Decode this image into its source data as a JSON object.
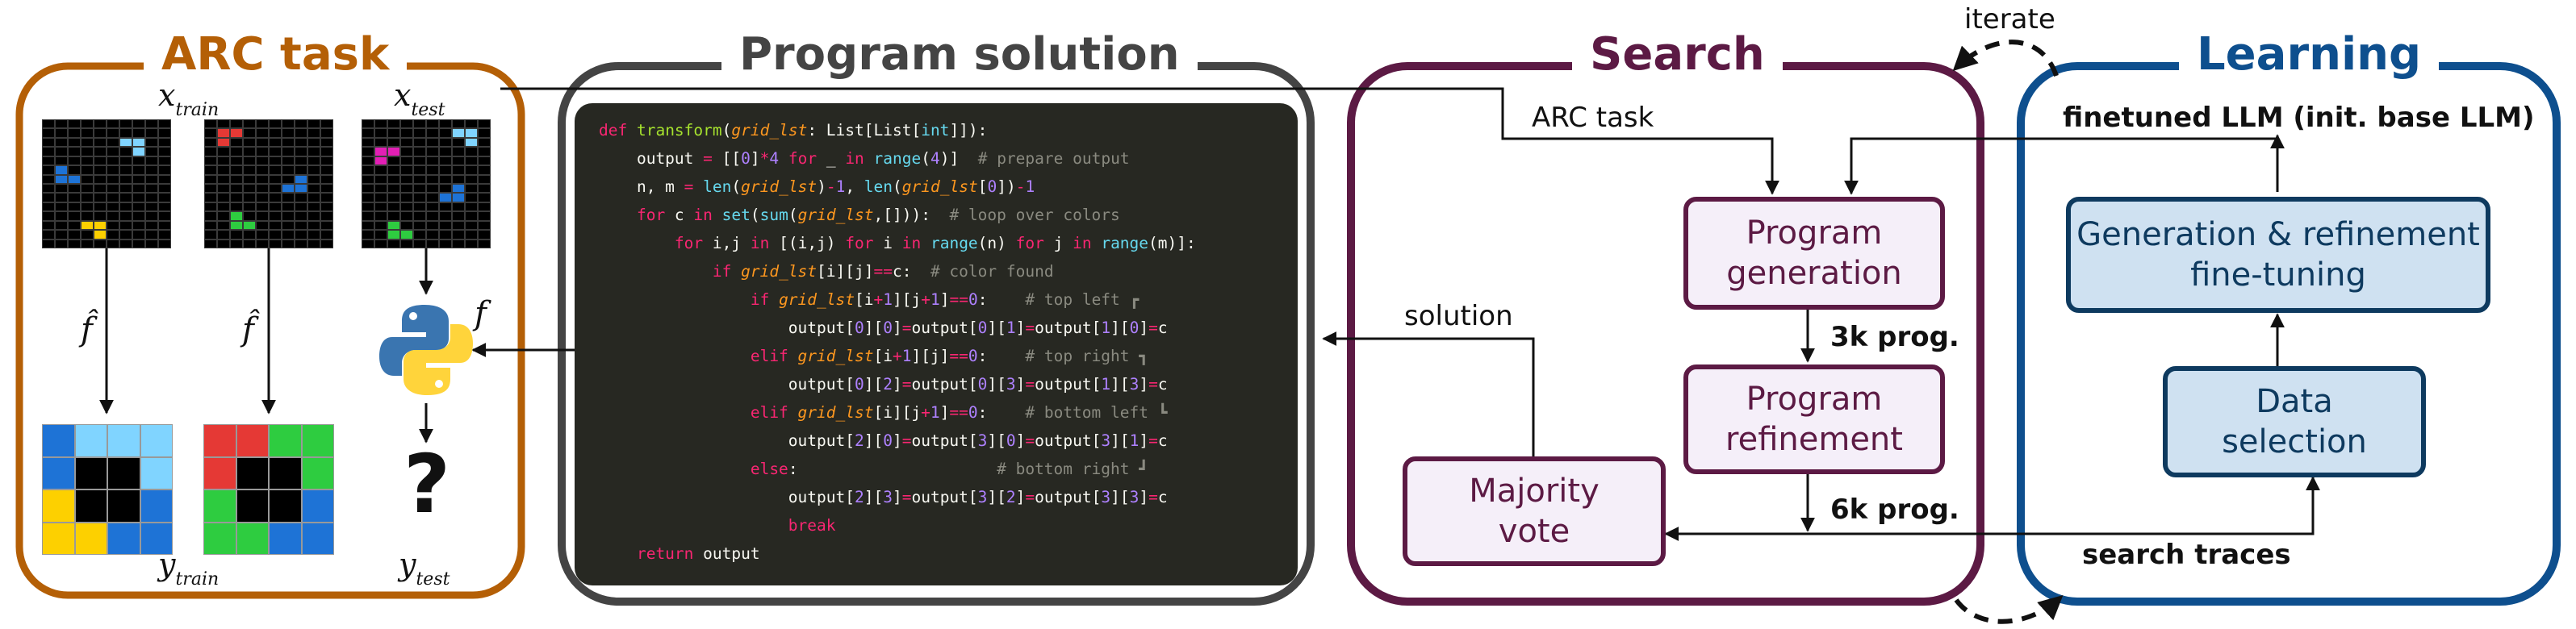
{
  "colors": {
    "arc_orange": "#b45f06",
    "code_border": "#444444",
    "search_purple": "#5c1a44",
    "search_fill": "#f5eff9",
    "learning_blue": "#0e3a5f",
    "learning_title": "#0e4f8e",
    "learning_fill": "#cfe1f1",
    "code_bg": "#272822"
  },
  "arc_task": {
    "title": "ARC task",
    "x_train": {
      "var": "x",
      "sub": "train"
    },
    "x_test": {
      "var": "x",
      "sub": "test"
    },
    "y_train": {
      "var": "y",
      "sub": "train"
    },
    "y_test": {
      "var": "y",
      "sub": "test"
    },
    "f_hat": "f̂",
    "f": "f",
    "question_mark": "?",
    "python_icon": "python-logo-icon"
  },
  "program_solution": {
    "title": "Program solution",
    "code_lines": [
      [
        [
          "kw",
          "def "
        ],
        [
          "fn",
          "transform"
        ],
        [
          "",
          "("
        ],
        [
          "par",
          "grid_lst"
        ],
        [
          "",
          ": List[List["
        ],
        [
          "bi",
          "int"
        ],
        [
          "",
          "]]):"
        ]
      ],
      [
        [
          "",
          "    output "
        ],
        [
          "kw",
          "="
        ],
        [
          "",
          " [["
        ],
        [
          "num",
          "0"
        ],
        [
          "",
          "]"
        ],
        [
          "kw",
          "*"
        ],
        [
          "num",
          "4"
        ],
        [
          "kw",
          " for "
        ],
        [
          "",
          "_ "
        ],
        [
          "kw",
          "in "
        ],
        [
          "bi",
          "range"
        ],
        [
          "",
          "("
        ],
        [
          "num",
          "4"
        ],
        [
          "",
          ")]  "
        ],
        [
          "cm",
          "# prepare output"
        ]
      ],
      [
        [
          "",
          "    n, m "
        ],
        [
          "kw",
          "="
        ],
        [
          "bi",
          " len"
        ],
        [
          "",
          "("
        ],
        [
          "par",
          "grid_lst"
        ],
        [
          "",
          ")"
        ],
        [
          "kw",
          "-"
        ],
        [
          "num",
          "1"
        ],
        [
          "",
          ", "
        ],
        [
          "bi",
          "len"
        ],
        [
          "",
          "("
        ],
        [
          "par",
          "grid_lst"
        ],
        [
          "",
          "["
        ],
        [
          "num",
          "0"
        ],
        [
          "",
          "])"
        ],
        [
          "kw",
          "-"
        ],
        [
          "num",
          "1"
        ]
      ],
      [
        [
          "kw",
          "    for "
        ],
        [
          "",
          "c "
        ],
        [
          "kw",
          "in "
        ],
        [
          "bi",
          "set"
        ],
        [
          "",
          "("
        ],
        [
          "bi",
          "sum"
        ],
        [
          "",
          "("
        ],
        [
          "par",
          "grid_lst"
        ],
        [
          "",
          ",[])):  "
        ],
        [
          "cm",
          "# loop over colors"
        ]
      ],
      [
        [
          "kw",
          "        for "
        ],
        [
          "",
          "i,j "
        ],
        [
          "kw",
          "in "
        ],
        [
          "",
          "[(i,j) "
        ],
        [
          "kw",
          "for "
        ],
        [
          "",
          "i "
        ],
        [
          "kw",
          "in "
        ],
        [
          "bi",
          "range"
        ],
        [
          "",
          "(n) "
        ],
        [
          "kw",
          "for "
        ],
        [
          "",
          "j "
        ],
        [
          "kw",
          "in "
        ],
        [
          "bi",
          "range"
        ],
        [
          "",
          "(m)]:"
        ]
      ],
      [
        [
          "kw",
          "            if "
        ],
        [
          "par",
          "grid_lst"
        ],
        [
          "",
          "[i][j]"
        ],
        [
          "kw",
          "=="
        ],
        [
          "",
          "c:  "
        ],
        [
          "cm",
          "# color found"
        ]
      ],
      [
        [
          "kw",
          "                if "
        ],
        [
          "par",
          "grid_lst"
        ],
        [
          "",
          "[i"
        ],
        [
          "kw",
          "+"
        ],
        [
          "num",
          "1"
        ],
        [
          "",
          "][j"
        ],
        [
          "kw",
          "+"
        ],
        [
          "num",
          "1"
        ],
        [
          "",
          "]"
        ],
        [
          "kw",
          "=="
        ],
        [
          "num",
          "0"
        ],
        [
          "",
          ":    "
        ],
        [
          "cm",
          "# top left ┏"
        ]
      ],
      [
        [
          "",
          "                    output["
        ],
        [
          "num",
          "0"
        ],
        [
          "",
          "]["
        ],
        [
          "num",
          "0"
        ],
        [
          "",
          "]"
        ],
        [
          "kw",
          "="
        ],
        [
          "",
          "output["
        ],
        [
          "num",
          "0"
        ],
        [
          "",
          "]["
        ],
        [
          "num",
          "1"
        ],
        [
          "",
          "]"
        ],
        [
          "kw",
          "="
        ],
        [
          "",
          "output["
        ],
        [
          "num",
          "1"
        ],
        [
          "",
          "]["
        ],
        [
          "num",
          "0"
        ],
        [
          "",
          "]"
        ],
        [
          "kw",
          "="
        ],
        [
          "",
          "c"
        ]
      ],
      [
        [
          "kw",
          "                elif "
        ],
        [
          "par",
          "grid_lst"
        ],
        [
          "",
          "[i"
        ],
        [
          "kw",
          "+"
        ],
        [
          "num",
          "1"
        ],
        [
          "",
          "][j]"
        ],
        [
          "kw",
          "=="
        ],
        [
          "num",
          "0"
        ],
        [
          "",
          ":    "
        ],
        [
          "cm",
          "# top right ┓"
        ]
      ],
      [
        [
          "",
          "                    output["
        ],
        [
          "num",
          "0"
        ],
        [
          "",
          "]["
        ],
        [
          "num",
          "2"
        ],
        [
          "",
          "]"
        ],
        [
          "kw",
          "="
        ],
        [
          "",
          "output["
        ],
        [
          "num",
          "0"
        ],
        [
          "",
          "]["
        ],
        [
          "num",
          "3"
        ],
        [
          "",
          "]"
        ],
        [
          "kw",
          "="
        ],
        [
          "",
          "output["
        ],
        [
          "num",
          "1"
        ],
        [
          "",
          "]["
        ],
        [
          "num",
          "3"
        ],
        [
          "",
          "]"
        ],
        [
          "kw",
          "="
        ],
        [
          "",
          "c"
        ]
      ],
      [
        [
          "kw",
          "                elif "
        ],
        [
          "par",
          "grid_lst"
        ],
        [
          "",
          "[i][j"
        ],
        [
          "kw",
          "+"
        ],
        [
          "num",
          "1"
        ],
        [
          "",
          "]"
        ],
        [
          "kw",
          "=="
        ],
        [
          "num",
          "0"
        ],
        [
          "",
          ":    "
        ],
        [
          "cm",
          "# bottom left ┗"
        ]
      ],
      [
        [
          "",
          "                    output["
        ],
        [
          "num",
          "2"
        ],
        [
          "",
          "]["
        ],
        [
          "num",
          "0"
        ],
        [
          "",
          "]"
        ],
        [
          "kw",
          "="
        ],
        [
          "",
          "output["
        ],
        [
          "num",
          "3"
        ],
        [
          "",
          "]["
        ],
        [
          "num",
          "0"
        ],
        [
          "",
          "]"
        ],
        [
          "kw",
          "="
        ],
        [
          "",
          "output["
        ],
        [
          "num",
          "3"
        ],
        [
          "",
          "]["
        ],
        [
          "num",
          "1"
        ],
        [
          "",
          "]"
        ],
        [
          "kw",
          "="
        ],
        [
          "",
          "c"
        ]
      ],
      [
        [
          "kw",
          "                else"
        ],
        [
          "",
          ":                     "
        ],
        [
          "cm",
          "# bottom right ┛"
        ]
      ],
      [
        [
          "",
          "                    output["
        ],
        [
          "num",
          "2"
        ],
        [
          "",
          "]["
        ],
        [
          "num",
          "3"
        ],
        [
          "",
          "]"
        ],
        [
          "kw",
          "="
        ],
        [
          "",
          "output["
        ],
        [
          "num",
          "3"
        ],
        [
          "",
          "]["
        ],
        [
          "num",
          "2"
        ],
        [
          "",
          "]"
        ],
        [
          "kw",
          "="
        ],
        [
          "",
          "output["
        ],
        [
          "num",
          "3"
        ],
        [
          "",
          "]["
        ],
        [
          "num",
          "3"
        ],
        [
          "",
          "]"
        ],
        [
          "kw",
          "="
        ],
        [
          "",
          "c"
        ]
      ],
      [
        [
          "kw",
          "                    break"
        ]
      ],
      [
        [
          "kw",
          "    return "
        ],
        [
          "",
          "output"
        ]
      ]
    ]
  },
  "search": {
    "title": "Search",
    "arc_task_label": "ARC task",
    "solution_label": "solution",
    "program_generation": "Program\ngeneration",
    "program_refinement": "Program\nrefinement",
    "majority_vote": "Majority\nvote",
    "prog_3k": "3k prog.",
    "prog_6k": "6k prog.",
    "search_traces": "search traces"
  },
  "learning": {
    "title": "Learning",
    "finetuned_llm": "finetuned LLM (init. base LLM)",
    "fine_tuning": "Generation & refinement\nfine-tuning",
    "data_selection": "Data\nselection"
  },
  "iterate_label": "iterate",
  "grids": {
    "input_1": {
      "cells": [
        [
          0,
          0,
          0,
          0,
          0,
          0,
          0,
          0,
          0,
          0
        ],
        [
          0,
          0,
          0,
          0,
          0,
          0,
          0,
          0,
          0,
          0
        ],
        [
          0,
          0,
          0,
          0,
          0,
          0,
          2,
          2,
          0,
          0
        ],
        [
          0,
          0,
          0,
          0,
          0,
          0,
          0,
          2,
          0,
          0
        ],
        [
          0,
          0,
          0,
          0,
          0,
          0,
          0,
          0,
          0,
          0
        ],
        [
          0,
          1,
          0,
          0,
          0,
          0,
          0,
          0,
          0,
          0
        ],
        [
          0,
          1,
          1,
          0,
          0,
          0,
          0,
          0,
          0,
          0
        ],
        [
          0,
          0,
          0,
          0,
          0,
          0,
          0,
          0,
          0,
          0
        ],
        [
          0,
          0,
          0,
          0,
          0,
          0,
          0,
          0,
          0,
          0
        ],
        [
          0,
          0,
          0,
          0,
          0,
          0,
          0,
          0,
          0,
          0
        ],
        [
          0,
          0,
          0,
          0,
          0,
          0,
          0,
          0,
          0,
          0
        ],
        [
          0,
          0,
          0,
          3,
          3,
          0,
          0,
          0,
          0,
          0
        ],
        [
          0,
          0,
          0,
          0,
          3,
          0,
          0,
          0,
          0,
          0
        ],
        [
          0,
          0,
          0,
          0,
          0,
          0,
          0,
          0,
          0,
          0
        ]
      ]
    },
    "input_2": {
      "cells": [
        [
          0,
          0,
          0,
          0,
          0,
          0,
          0,
          0,
          0,
          0
        ],
        [
          0,
          4,
          4,
          0,
          0,
          0,
          0,
          0,
          0,
          0
        ],
        [
          0,
          4,
          0,
          0,
          0,
          0,
          0,
          0,
          0,
          0
        ],
        [
          0,
          0,
          0,
          0,
          0,
          0,
          0,
          0,
          0,
          0
        ],
        [
          0,
          0,
          0,
          0,
          0,
          0,
          0,
          0,
          0,
          0
        ],
        [
          0,
          0,
          0,
          0,
          0,
          0,
          0,
          0,
          0,
          0
        ],
        [
          0,
          0,
          0,
          0,
          0,
          0,
          0,
          1,
          0,
          0
        ],
        [
          0,
          0,
          0,
          0,
          0,
          0,
          1,
          1,
          0,
          0
        ],
        [
          0,
          0,
          0,
          0,
          0,
          0,
          0,
          0,
          0,
          0
        ],
        [
          0,
          0,
          0,
          0,
          0,
          0,
          0,
          0,
          0,
          0
        ],
        [
          0,
          0,
          5,
          0,
          0,
          0,
          0,
          0,
          0,
          0
        ],
        [
          0,
          0,
          5,
          5,
          0,
          0,
          0,
          0,
          0,
          0
        ],
        [
          0,
          0,
          0,
          0,
          0,
          0,
          0,
          0,
          0,
          0
        ],
        [
          0,
          0,
          0,
          0,
          0,
          0,
          0,
          0,
          0,
          0
        ]
      ]
    },
    "test_input": {
      "cells": [
        [
          0,
          0,
          0,
          0,
          0,
          0,
          0,
          0,
          0,
          0
        ],
        [
          0,
          0,
          0,
          0,
          0,
          0,
          0,
          2,
          2,
          0
        ],
        [
          0,
          0,
          0,
          0,
          0,
          0,
          0,
          0,
          2,
          0
        ],
        [
          0,
          6,
          6,
          0,
          0,
          0,
          0,
          0,
          0,
          0
        ],
        [
          0,
          6,
          0,
          0,
          0,
          0,
          0,
          0,
          0,
          0
        ],
        [
          0,
          0,
          0,
          0,
          0,
          0,
          0,
          0,
          0,
          0
        ],
        [
          0,
          0,
          0,
          0,
          0,
          0,
          0,
          0,
          0,
          0
        ],
        [
          0,
          0,
          0,
          0,
          0,
          0,
          0,
          1,
          0,
          0
        ],
        [
          0,
          0,
          0,
          0,
          0,
          0,
          1,
          1,
          0,
          0
        ],
        [
          0,
          0,
          0,
          0,
          0,
          0,
          0,
          0,
          0,
          0
        ],
        [
          0,
          0,
          0,
          0,
          0,
          0,
          0,
          0,
          0,
          0
        ],
        [
          0,
          0,
          5,
          0,
          0,
          0,
          0,
          0,
          0,
          0
        ],
        [
          0,
          0,
          5,
          5,
          0,
          0,
          0,
          0,
          0,
          0
        ],
        [
          0,
          0,
          0,
          0,
          0,
          0,
          0,
          0,
          0,
          0
        ]
      ]
    },
    "output_1": {
      "cells": [
        [
          1,
          2,
          2,
          2
        ],
        [
          1,
          0,
          0,
          2
        ],
        [
          3,
          0,
          0,
          1
        ],
        [
          3,
          3,
          1,
          1
        ]
      ]
    },
    "output_2": {
      "cells": [
        [
          4,
          4,
          5,
          5
        ],
        [
          4,
          0,
          0,
          5
        ],
        [
          5,
          0,
          0,
          1
        ],
        [
          5,
          5,
          1,
          1
        ]
      ]
    },
    "palette": [
      "#000000",
      "#1e73d6",
      "#80d4ff",
      "#fdd000",
      "#e53935",
      "#2ecc40",
      "#e21fb5"
    ]
  }
}
